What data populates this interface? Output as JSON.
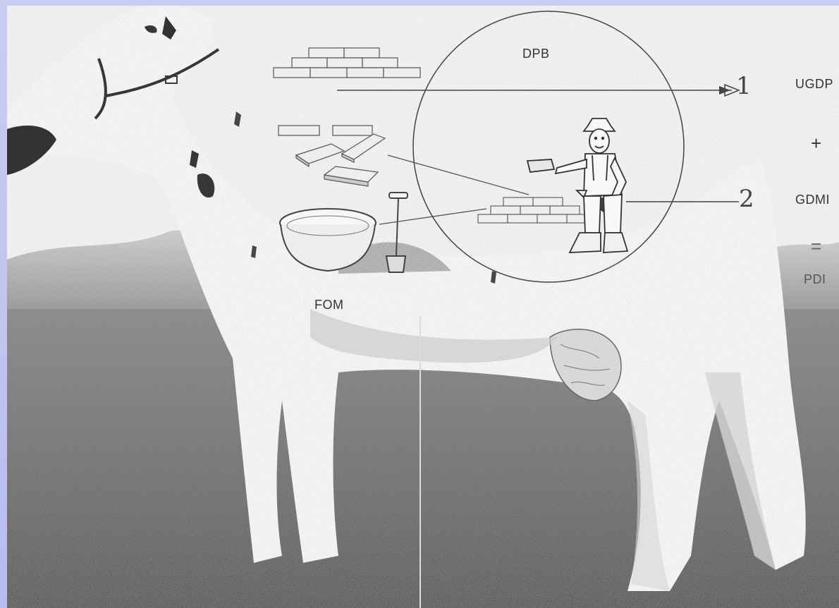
{
  "labels": {
    "dpb": "DPB",
    "fom": "FOM",
    "ugdp": "UGDP",
    "gdmi": "GDMI",
    "pdi": "PDI",
    "plus": "+",
    "equals": "=",
    "num1": "1",
    "num2": "2"
  },
  "colors": {
    "slide_background": "#c3c7f2",
    "ink": "#333333"
  },
  "icons": [
    "cow-photo",
    "brick-stack-icon",
    "loose-bricks-icon",
    "mortar-bowl-icon",
    "shovel-icon",
    "bricklayer-worker-icon"
  ]
}
